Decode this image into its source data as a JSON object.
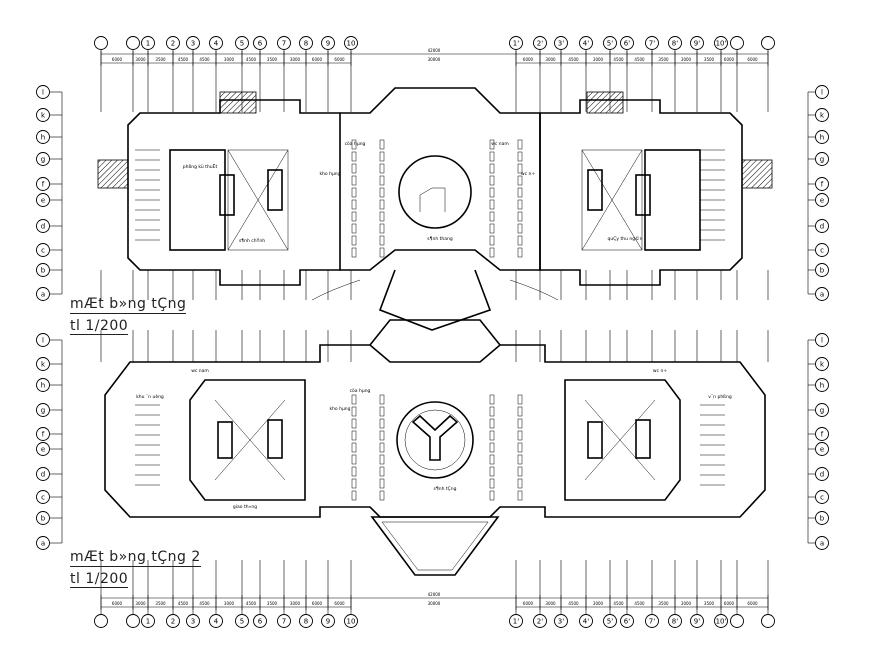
{
  "plans": [
    {
      "title": "mÆt b»ng tÇng",
      "scale": "tl 1/200"
    },
    {
      "title": "mÆt b»ng tÇng 2",
      "scale": "tl 1/200"
    }
  ],
  "grid_columns_left": [
    "1",
    "2",
    "3",
    "4",
    "5",
    "6",
    "7",
    "8",
    "9",
    "10"
  ],
  "grid_columns_right": [
    "1'",
    "2'",
    "3'",
    "4'",
    "5'",
    "6'",
    "7'",
    "8'",
    "9'",
    "10'"
  ],
  "grid_rows": [
    "l",
    "k",
    "h",
    "g",
    "f",
    "e",
    "d",
    "c",
    "b",
    "a"
  ],
  "dimensions_left": [
    "6000",
    "3000",
    "3500",
    "4500",
    "4500",
    "3000",
    "4500",
    "3500",
    "3000",
    "6000"
  ],
  "dimensions_right": [
    "6000",
    "3000",
    "4500",
    "3000",
    "4500",
    "4500",
    "3500",
    "3000",
    "3500",
    "6000"
  ],
  "overall_dimension": "42000",
  "center_dimension": "30000",
  "room_labels_floor1": [
    "phßng kü thuËt",
    "s¶nh chÝnh",
    "cöa hµng",
    "kho hµng",
    "wc nam",
    "wc n÷",
    "quÇy thu ng©n",
    "s¶nh thang"
  ],
  "room_labels_floor2": [
    "cöa hµng",
    "kho hµng",
    "s¶nh tÇng",
    "wc nam",
    "wc n÷",
    "khu ¨n uèng",
    "v¨n phßng",
    "giao th«ng"
  ]
}
